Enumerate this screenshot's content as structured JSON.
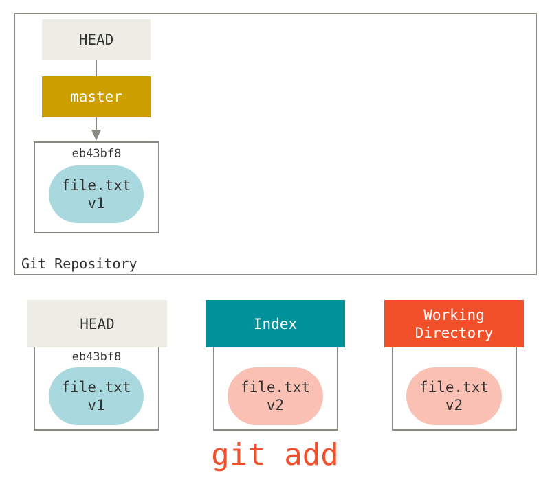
{
  "repository": {
    "label": "Git Repository",
    "head": {
      "label": "HEAD"
    },
    "branch": {
      "label": "master"
    },
    "commit": {
      "sha": "eb43bf8",
      "blob": {
        "name": "file.txt",
        "version": "v1"
      }
    }
  },
  "trees": {
    "head": {
      "label": "HEAD",
      "sha": "eb43bf8",
      "blob": {
        "name": "file.txt",
        "version": "v1"
      }
    },
    "index": {
      "label": "Index",
      "blob": {
        "name": "file.txt",
        "version": "v2"
      }
    },
    "working_directory": {
      "label_line1": "Working",
      "label_line2": "Directory",
      "blob": {
        "name": "file.txt",
        "version": "v2"
      }
    }
  },
  "command": "git add",
  "colors": {
    "head_ref": "#eeede5",
    "branch_ref": "#cc9e00",
    "index_ref": "#00919a",
    "working_dir_ref": "#f24f2b",
    "blob_v1": "#a9d9de",
    "blob_v2": "#f9c0b3",
    "command_text": "#f24f2b",
    "frame_border": "#8a8a82"
  }
}
